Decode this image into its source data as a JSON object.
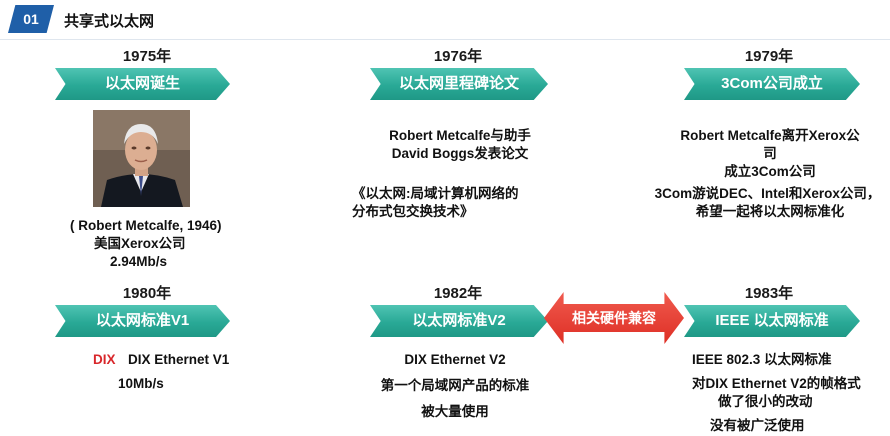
{
  "header": {
    "number": "01",
    "title": "共享式以太网"
  },
  "timeline": [
    {
      "year": "1975年",
      "banner": "以太网诞生",
      "lines": [
        "( Robert Metcalfe, 1946)",
        "美国Xerox公司",
        "2.94Mb/s"
      ]
    },
    {
      "year": "1976年",
      "banner": "以太网里程碑论文",
      "lines": [
        "Robert Metcalfe与助手",
        "David Boggs发表论文",
        "《以太网:局域计算机网络的",
        "分布式包交换技术》"
      ]
    },
    {
      "year": "1979年",
      "banner": "3Com公司成立",
      "lines": [
        "Robert Metcalfe离开Xerox公",
        "司",
        "成立3Com公司",
        "3Com游说DEC、Intel和Xerox公司，",
        "希望一起将以太网标准化"
      ]
    },
    {
      "year": "1980年",
      "banner": "以太网标准V1",
      "lines": [
        "DIX",
        "DIX Ethernet V1",
        "10Mb/s"
      ]
    },
    {
      "year": "1982年",
      "banner": "以太网标准V2",
      "lines": [
        "DIX Ethernet V2",
        "第一个局域网产品的标准",
        "被大量使用"
      ]
    },
    {
      "year": "1983年",
      "banner": "IEEE 以太网标准",
      "lines": [
        "IEEE 802.3 以太网标准",
        "对DIX Ethernet V2的帧格式",
        "做了很小的改动",
        "没有被广泛使用"
      ]
    }
  ],
  "compat_arrow": "相关硬件兼容",
  "colors": {
    "accent_blue": "#1f5fa8",
    "banner_teal": "#29a996",
    "highlight_red": "#d8262a",
    "arrow_red": "#e23a30"
  },
  "icons": {
    "photo": "portrait-photo-robert-metcalfe"
  }
}
